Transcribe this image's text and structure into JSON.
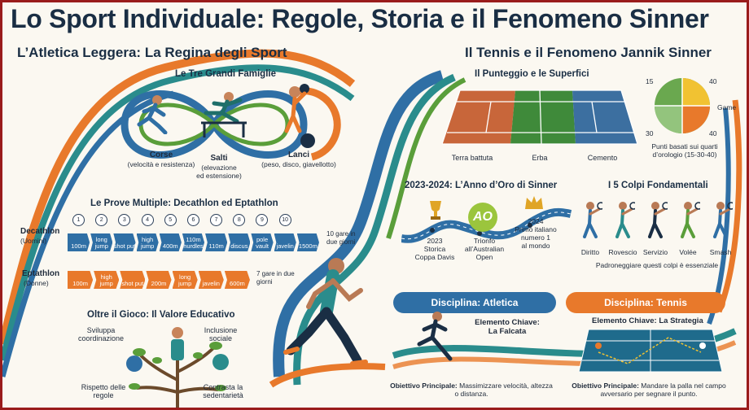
{
  "title": "Lo Sport Individuale: Regole, Storia e il Fenomeno Sinner",
  "athletics": {
    "heading": "L’Atletica Leggera: La Regina degli Sport",
    "families_heading": "Le Tre Grandi Famiglie",
    "families": [
      {
        "name": "Corse",
        "desc": "(velocità e resistenza)"
      },
      {
        "name": "Salti",
        "desc": "(elevazione\ned estensione)"
      },
      {
        "name": "Lanci",
        "desc": "(peso, disco, giavellotto)"
      }
    ],
    "multi_heading": "Le Prove Multiple: Decathlon ed Eptathlon",
    "decathlon": {
      "label": "Decathlon",
      "sub": "(Uomini)",
      "numbers": [
        "1",
        "2",
        "3",
        "4",
        "5",
        "6",
        "7",
        "8",
        "9",
        "10"
      ],
      "events": [
        "100m",
        "long jump",
        "shot put",
        "high jump",
        "400m",
        "110m hurdles",
        "110m",
        "discus",
        "pole vault",
        "javelin",
        "1500m"
      ],
      "note": "10 gare in due giorni"
    },
    "heptathlon": {
      "label": "Eptathlon",
      "sub": "(Donne)",
      "events": [
        "100m",
        "high jump",
        "shot put",
        "200m",
        "long jump",
        "javelin",
        "600m"
      ],
      "note": "7 gare in due giorni"
    },
    "edu_heading": "Oltre il Gioco: Il Valore Educativo",
    "edu_items": [
      "Sviluppa coordinazione",
      "Inclusione sociale",
      "Rispetto delle regole",
      "Contrasta la sedentarietà"
    ]
  },
  "tennis": {
    "heading": "Il Tennis e il Fenomeno Jannik Sinner",
    "score_heading": "Il Punteggio e le Superfici",
    "surfaces": [
      "Terra battuta",
      "Erba",
      "Cemento"
    ],
    "score_labels": [
      "15",
      "40",
      "30",
      "40",
      "Game"
    ],
    "score_caption": "Punti basati sui quarti d’orologio (15-30-40)",
    "golden_heading": "2023-2024: L’Anno d’Oro di Sinner",
    "milestones": [
      {
        "text": "2023\nStorica\nCoppa Davis"
      },
      {
        "text": "Trionfo\nall’Australian\nOpen"
      },
      {
        "text": "2024\nPrimo italiano\nnumero 1\nal mondo"
      }
    ],
    "ao_badge": "AO",
    "shots_heading": "I 5 Colpi Fondamentali",
    "shots": [
      "Diritto",
      "Rovescio",
      "Servizio",
      "Volée",
      "Smash"
    ],
    "shots_caption": "Padroneggiare questi colpi è essenziale"
  },
  "compare": {
    "athletics_band": "Disciplina: Atletica",
    "tennis_band": "Disciplina: Tennis",
    "athletics_key": "Elemento Chiave:\nLa Falcata",
    "tennis_key": "Elemento Chiave: La Strategia",
    "athletics_goal_label": "Obiettivo Principale:",
    "athletics_goal": " Massimizzare velocità, altezza o distanza.",
    "tennis_goal_label": "Obiettivo Principale:",
    "tennis_goal": " Mandare la palla nel campo avversario per segnare il punto."
  },
  "colors": {
    "navy": "#1a2e44",
    "blue": "#2f6fa5",
    "teal": "#2a8c8c",
    "green": "#5a9e3a",
    "orange": "#e8792b",
    "clay": "#c8663a",
    "court_green": "#3f8a3a",
    "hard_blue": "#3c6fa0"
  },
  "icons": [
    "runner-icon",
    "hurdler-icon",
    "thrower-icon",
    "trophy-icon",
    "crown-icon",
    "ao-badge-icon",
    "tree-icon"
  ]
}
